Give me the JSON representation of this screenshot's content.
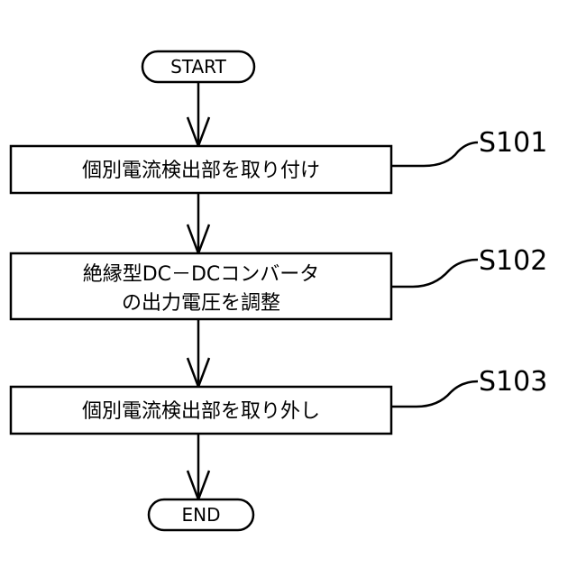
{
  "flowchart": {
    "start_label": "START",
    "end_label": "END",
    "steps": [
      {
        "id": "S101",
        "lines": [
          "個別電流検出部を取り付け"
        ]
      },
      {
        "id": "S102",
        "lines": [
          "絶縁型DC－DCコンバータ",
          "の出力電圧を調整"
        ]
      },
      {
        "id": "S103",
        "lines": [
          "個別電流検出部を取り外し"
        ]
      }
    ]
  }
}
